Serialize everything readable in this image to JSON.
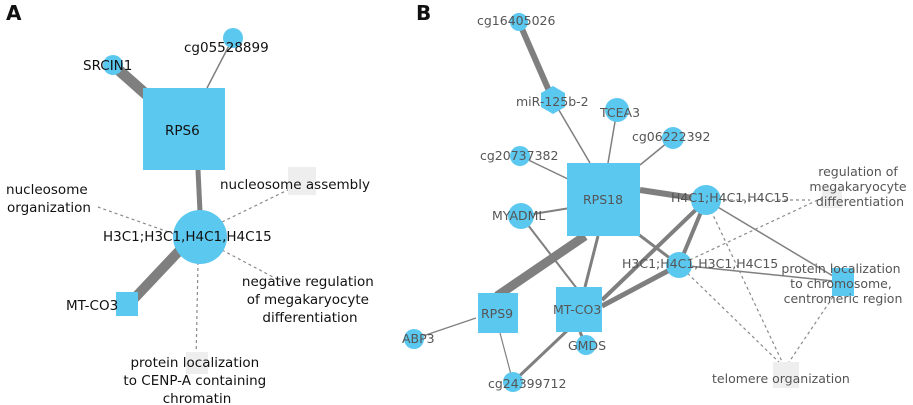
{
  "panels": {
    "a": {
      "label": "A"
    },
    "b": {
      "label": "B"
    }
  },
  "panel_a": {
    "nodes": {
      "rps6": "RPS6",
      "srcin1": "SRCIN1",
      "cg05528899": "cg05528899",
      "h3c1": "H3C1;H3C1,H4C1,H4C15",
      "mtco3": "MT-CO3",
      "nucleosome_organization": [
        "nucleosome",
        "organization"
      ],
      "nucleosome_assembly": "nucleosome assembly",
      "neg_reg": [
        "negative regulation",
        "of megakaryocyte",
        "differentiation"
      ],
      "protein_loc": [
        "protein localization",
        "to CENP-A containing",
        "chromatin"
      ]
    }
  },
  "panel_b": {
    "nodes": {
      "rps18": "RPS18",
      "cg16405026": "cg16405026",
      "mir125b2": "miR-125b-2",
      "tcea3": "TCEA3",
      "cg06222392": "cg06222392",
      "cg20737382": "cg20737382",
      "myadml": "MYADML",
      "h4c1": "H4C1;H4C1,H4C15",
      "h3c1": "H3C1;H4C1,H3C1,H4C15",
      "rps9": "RPS9",
      "mtco3": "MT-CO3",
      "abp3": "ABP3",
      "gmds": "GMDS",
      "cg24399712": "cg24399712",
      "reg_mk": [
        "regulation of",
        "megakaryocyte",
        "differentiation"
      ],
      "protein_loc": [
        "protein localization",
        "to chromosome,",
        "centromeric region"
      ],
      "telomere": "telomere organization"
    }
  },
  "colors": {
    "node": "#5bc8f0",
    "edge": "#7f7f7f",
    "term": "#eeeeee"
  }
}
